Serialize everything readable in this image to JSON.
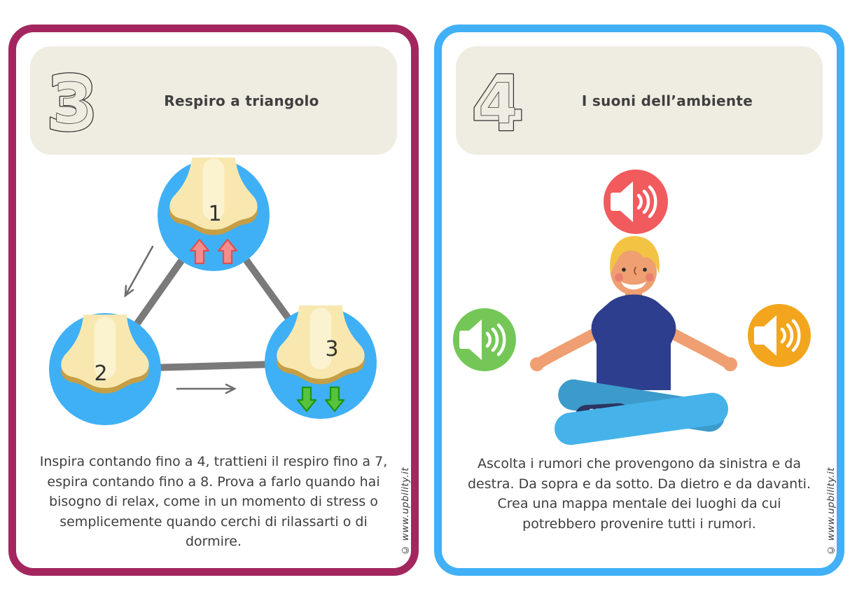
{
  "cards": [
    {
      "number": "3",
      "title": "Respiro a triangolo",
      "body": "Inspira contando fino a 4, trattieni il respiro fino a 7, espira contando fino a 8. Prova a farlo quando hai bisogno di relax, come in un momento di stress o semplicemente quando cerchi di rilassarti o di dormire.",
      "copyright": "© www.upbility.it",
      "colors": {
        "border": "#A3275E",
        "header_bg": "#EFECE2",
        "node_blue": "#3FB0F5",
        "nose_cream": "#F8E8AF",
        "nose_gold": "#C59E45",
        "inhale_arrow": "#F68D8D",
        "inhale_arrow_outline": "#DC5151",
        "exhale_arrow": "#57C33D",
        "exhale_arrow_outline": "#1F9410",
        "line_gray": "#7A7A7A"
      },
      "diagram": {
        "type": "triangle-breathing",
        "nodes": [
          {
            "label": "1",
            "arrows": "inhale-up"
          },
          {
            "label": "2",
            "arrows": "none"
          },
          {
            "label": "3",
            "arrows": "exhale-down"
          }
        ]
      }
    },
    {
      "number": "4",
      "title": "I suoni dell’ambiente",
      "body": "Ascolta i rumori che provengono da sinistra e da destra. Da sopra e da sotto. Da dietro e da davanti. Crea una mappa mentale dei luoghi da cui potrebbero provenire tutti i rumori.",
      "copyright": "© www.upbility.it",
      "colors": {
        "border": "#41B0F7",
        "header_bg": "#EFECE2",
        "speaker_top": "#F15B5E",
        "speaker_left": "#74C757",
        "speaker_right": "#F2A51D",
        "skin": "#EF9F71",
        "hair": "#F3C343",
        "shirt": "#2E3E8E",
        "leg_front": "#45B3EA",
        "leg_back": "#3C9BCB",
        "shoe": "#2A3560"
      }
    }
  ]
}
